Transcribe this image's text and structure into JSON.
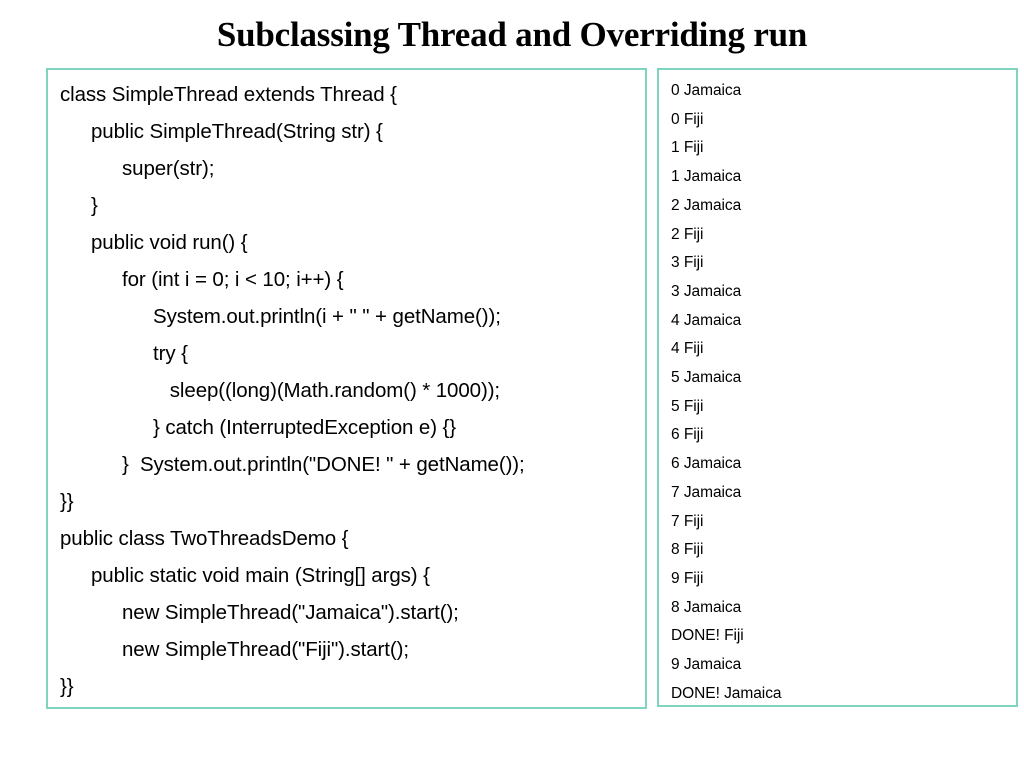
{
  "slide": {
    "title": "Subclassing Thread and Overriding run",
    "border_color": "#7fd4c0",
    "background_color": "#ffffff",
    "text_color": "#000000"
  },
  "code_panel": {
    "name": "java-source-code",
    "lines": [
      {
        "indent": 0,
        "text": "class SimpleThread extends Thread {"
      },
      {
        "indent": 1,
        "text": "public SimpleThread(String str) {"
      },
      {
        "indent": 2,
        "text": "super(str);"
      },
      {
        "indent": 1,
        "text": "}"
      },
      {
        "indent": 1,
        "text": "public void run() {"
      },
      {
        "indent": 2,
        "text": "for (int i = 0; i < 10; i++) {"
      },
      {
        "indent": 3,
        "text": "System.out.println(i + \" \" + getName());"
      },
      {
        "indent": 3,
        "text": "try {"
      },
      {
        "indent": 3,
        "text": "   sleep((long)(Math.random() * 1000));"
      },
      {
        "indent": 3,
        "text": "} catch (InterruptedException e) {}"
      },
      {
        "indent": 2,
        "text": "}  System.out.println(\"DONE! \" + getName());"
      },
      {
        "indent": 0,
        "text": "}}"
      },
      {
        "indent": 0,
        "text": "public class TwoThreadsDemo {"
      },
      {
        "indent": 1,
        "text": "public static void main (String[] args) {"
      },
      {
        "indent": 2,
        "text": "new SimpleThread(\"Jamaica\").start();"
      },
      {
        "indent": 2,
        "text": "new SimpleThread(\"Fiji\").start();"
      },
      {
        "indent": 0,
        "text": "}}"
      }
    ]
  },
  "output_panel": {
    "name": "console-output",
    "lines": [
      "0 Jamaica",
      "0 Fiji",
      "1 Fiji",
      "1 Jamaica",
      "2 Jamaica",
      "2 Fiji",
      "3 Fiji",
      "3 Jamaica",
      "4 Jamaica",
      "4 Fiji",
      "5 Jamaica",
      "5 Fiji",
      "6 Fiji",
      "6 Jamaica",
      "7 Jamaica",
      "7 Fiji",
      "8 Fiji",
      "9 Fiji",
      "8 Jamaica",
      "DONE! Fiji",
      "9 Jamaica",
      "DONE! Jamaica"
    ]
  }
}
